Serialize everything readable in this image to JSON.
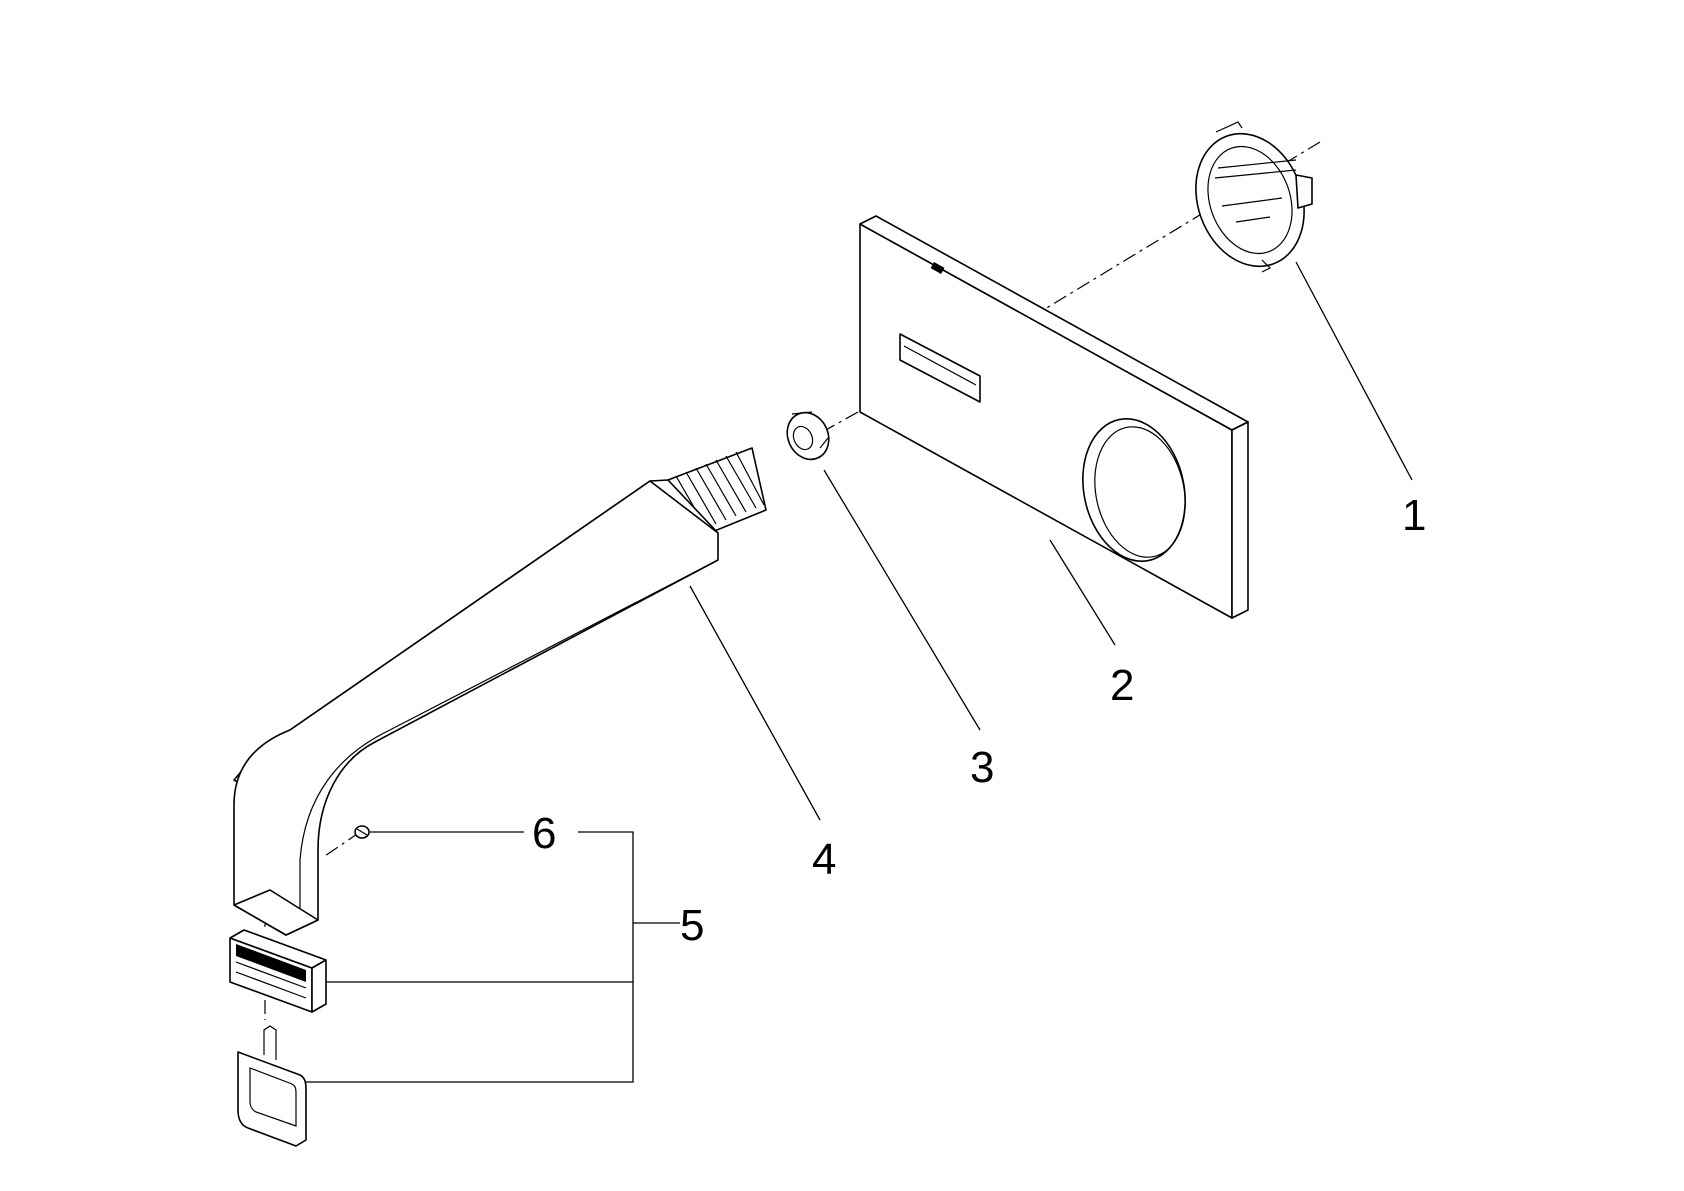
{
  "diagram": {
    "type": "exploded-parts-drawing",
    "callouts": [
      {
        "id": "1",
        "label": "1",
        "part": "mounting-ring"
      },
      {
        "id": "2",
        "label": "2",
        "part": "cover-plate"
      },
      {
        "id": "3",
        "label": "3",
        "part": "seal-ring"
      },
      {
        "id": "4",
        "label": "4",
        "part": "spout"
      },
      {
        "id": "5",
        "label": "5",
        "part": "aerator-set"
      },
      {
        "id": "6",
        "label": "6",
        "part": "set-screw"
      }
    ],
    "colors": {
      "line": "#000000",
      "background": "#ffffff"
    }
  }
}
